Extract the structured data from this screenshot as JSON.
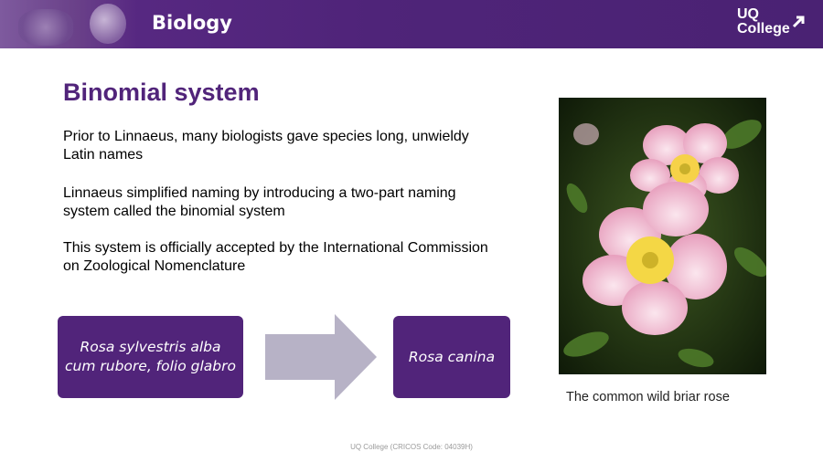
{
  "header": {
    "title": "Biology",
    "logo_line1": "UQ",
    "logo_line2": "College"
  },
  "slide": {
    "title": "Binomial system",
    "paragraphs": [
      "Prior to Linnaeus, many biologists gave species long, unwieldy Latin names",
      "Linnaeus simplified naming by introducing a two-part naming system called the binomial system",
      "This system is officially accepted by the International Commission on Zoological Nomenclature"
    ],
    "old_name": "Rosa sylvestris alba cum rubore, folio glabro",
    "new_name": "Rosa canina",
    "photo_caption": "The common wild briar rose"
  },
  "footer": "UQ College (CRICOS Code: 04039H)",
  "colors": {
    "brand_purple": "#51247a",
    "arrow_grey": "#b7b2c6",
    "petal_pink": "#f2b8cc",
    "stamen_yellow": "#e8d23a"
  }
}
